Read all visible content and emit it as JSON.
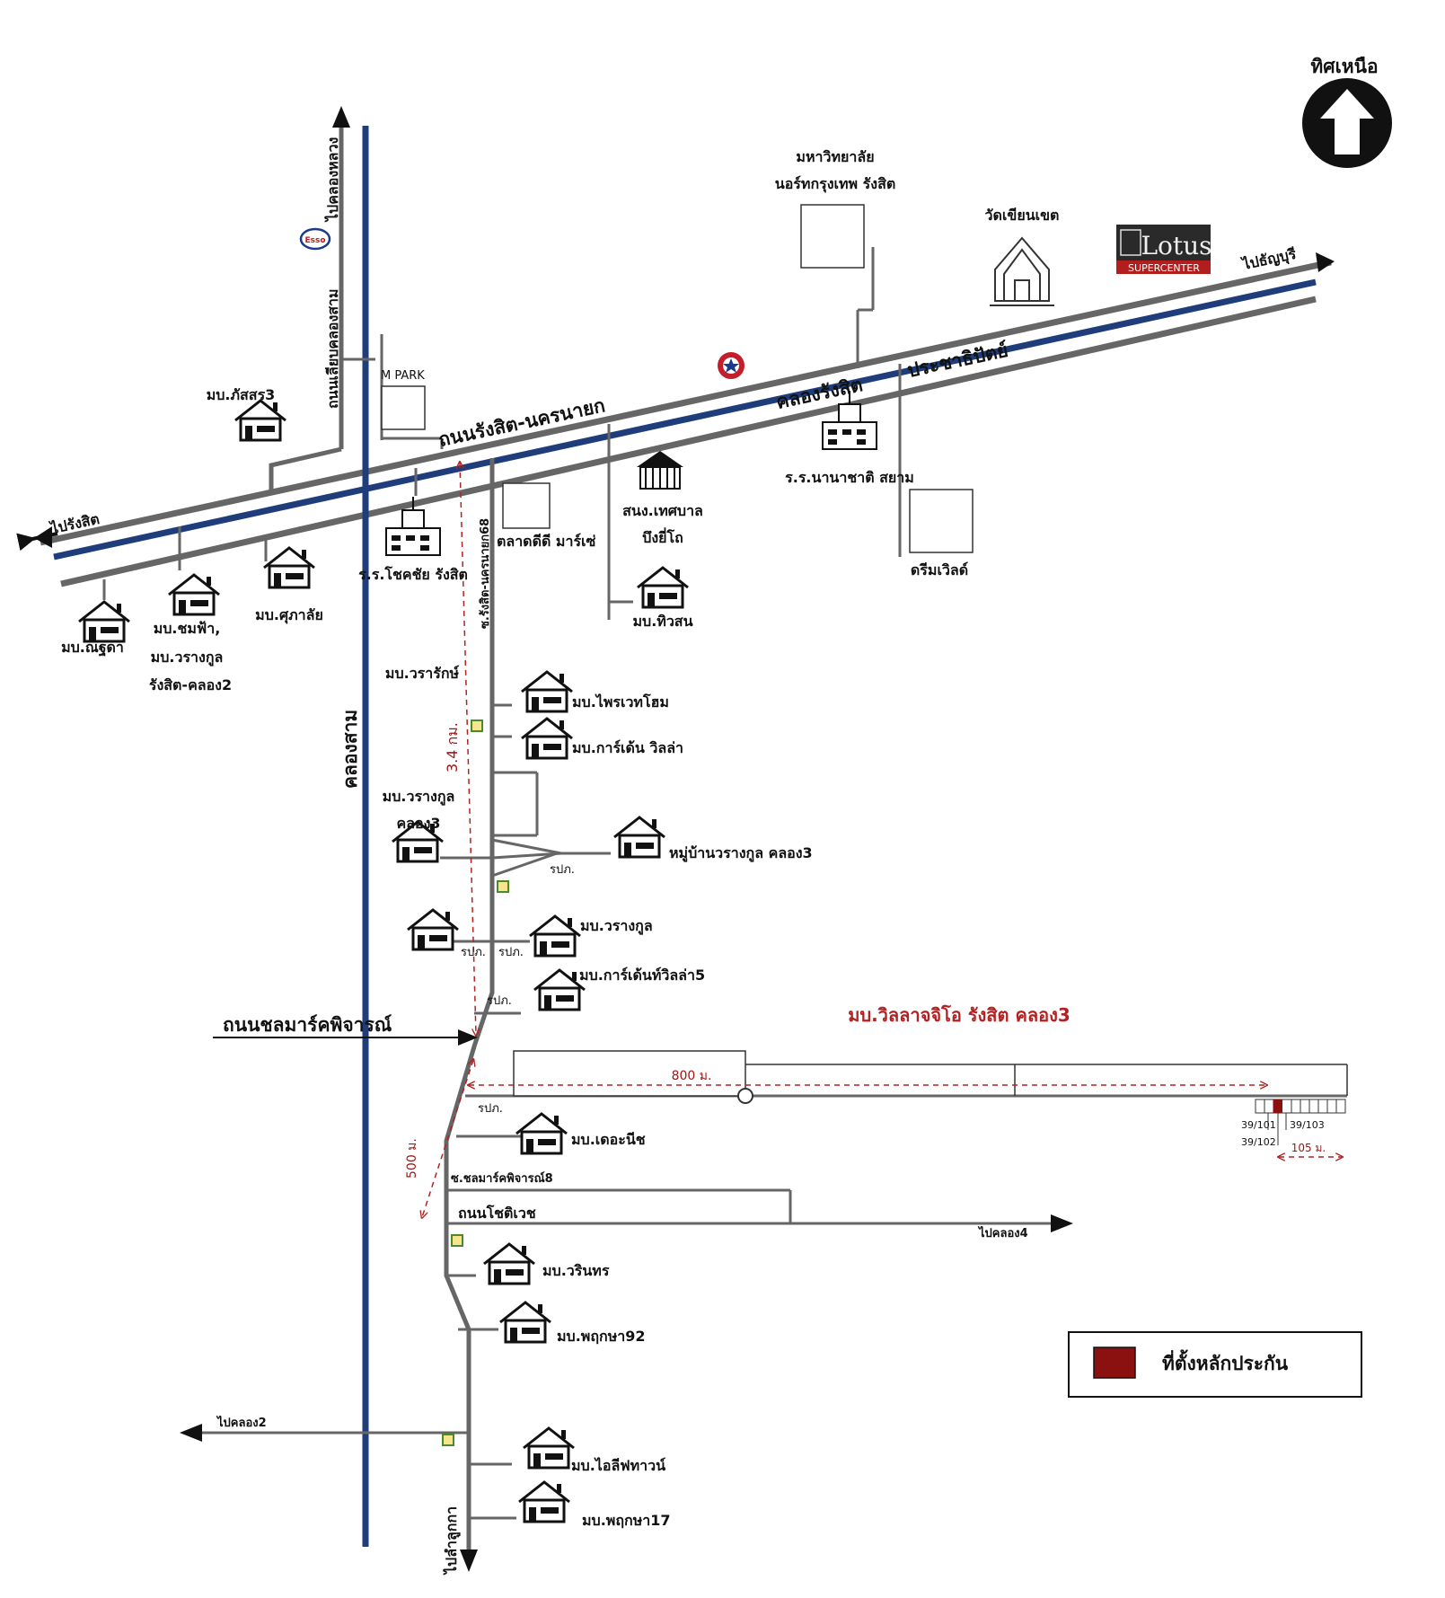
{
  "north_label": "ทิศเหนือ",
  "places": {
    "university_line1": "มหาวิทยาลัย",
    "university_line2": "นอร์ทกรุงเทพ รังสิต",
    "temple": "วัดเขียนเขต",
    "lotus_main": "Lotus",
    "lotus_sub": "SUPERCENTER",
    "esso": "Esso",
    "m_park": "M PARK",
    "school_siam": "ร.ร.นานาชาติ สยาม",
    "school_chokchai": "ร.ร.โชคชัย รังสิต",
    "market": "ตลาดดีดี มาร์เซ่",
    "stadium_line1": "สนง.เทศบาล",
    "stadium_line2": "บึงยี่โถ",
    "dreamworld": "ดรีมเวิลด์",
    "pattasorn": "มบ.ภัสสร3",
    "nutda": "มบ.ณฐดา",
    "chomfah_line1": "มบ.ชมฟ้า,",
    "chomfah_line2": "มบ.วรางกูล",
    "chomfah_line3": "รังสิต-คลอง2",
    "supalai": "มบ.ศุภาลัย",
    "tiwson": "มบ.ทิวสน",
    "vararak": "มบ.วรารักษ์",
    "praiwet": "มบ.ไพรเวทโฮม",
    "garden_villa": "มบ.การ์เด้น วิลล่า",
    "varangkul_k3_line1": "มบ.วรางกูล",
    "varangkul_k3_line2": "คลอง3",
    "village_varangkul_k3": "หมู่บ้านวรางกูล คลอง3",
    "varangkul": "มบ.วรางกูล",
    "garden_villa5": "มบ.การ์เด้นท์วิลล่า5",
    "the_niche": "มบ.เดอะนีช",
    "warin": "มบ.วรินทร",
    "pruksa92": "มบ.พฤกษา92",
    "ilife": "มบ.ไอลีฟทาวน์",
    "pruksa17": "มบ.พฤกษา17",
    "target_project": "มบ.วิลลาจจิโอ รังสิต คลอง3"
  },
  "roads": {
    "rangsit_nakhon_nayok": "ถนนรังสิต-นครนายก",
    "khlong_rangsit": "คลองรังสิต",
    "prachathipat": "ประชาธิปัตย์",
    "to_thanyaburi": "ไปธัญบุรี",
    "to_rangsit": "ไปรังสิต",
    "to_khlong_luang": "ไปคลองหลวง",
    "bypass_khlong_sam": "ถนนเลียบคลองสาม",
    "khlong_sam": "คลองสาม",
    "soi_68": "ซ.รังสิต-นครนายก68",
    "cholmarkphijarn": "ถนนชลมาร์คพิจารณ์",
    "soi_cholmark8": "ซ.ชลมาร์คพิจารณ์8",
    "chotiwet": "ถนนโชติเวช",
    "to_khlong4": "ไปคลอง4",
    "to_khlong2": "ไปคลอง2",
    "to_lam_luk_ka": "ไปลำลูกกา",
    "rpk": "รปภ."
  },
  "distances": {
    "d_34km": "3.4 กม.",
    "d_800m": "800 ม.",
    "d_500m": "500 ม.",
    "d_105m": "105 ม."
  },
  "lots": {
    "lot_101": "39/101",
    "lot_102": "39/102",
    "lot_103": "39/103"
  },
  "legend": {
    "label": "ที่ตั้งหลักประกัน"
  },
  "colors": {
    "canal": "#1f3d7a",
    "road": "#666666",
    "distance": "#b22222",
    "collateral": "#8b1010",
    "lotus_bg": "#2a2a2a",
    "lotus_sub_bg": "#b21e1e"
  }
}
